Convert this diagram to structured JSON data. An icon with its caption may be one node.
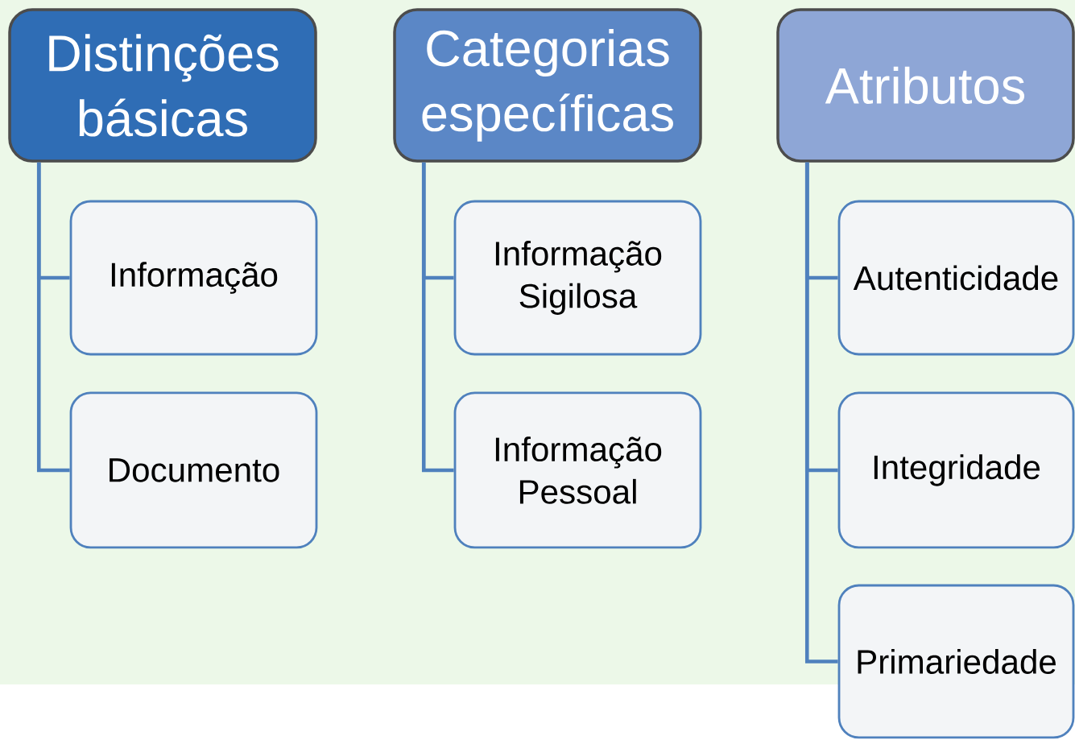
{
  "diagram": {
    "nodes": [
      {
        "text": [
          "Distinções básicas"
        ]
      },
      {
        "text": [
          "Informação"
        ]
      },
      {
        "text": [
          "Documento"
        ]
      },
      {
        "text": [
          "Categorias específicas"
        ]
      },
      {
        "text": [
          "Informação Sigilosa"
        ]
      },
      {
        "text": [
          "Informação Pessoal"
        ]
      },
      {
        "text": [
          "Atributos"
        ]
      },
      {
        "text": [
          "Autenticidade"
        ]
      },
      {
        "text": [
          "Integridade"
        ]
      },
      {
        "text": [
          "Primariedade"
        ]
      }
    ],
    "edges": [
      {
        "from": 0,
        "to": 1,
        "arrow": "none"
      },
      {
        "from": 0,
        "to": 2,
        "arrow": "none"
      },
      {
        "from": 3,
        "to": 4,
        "arrow": "none"
      },
      {
        "from": 3,
        "to": 5,
        "arrow": "none"
      },
      {
        "from": 6,
        "to": 7,
        "arrow": "none"
      },
      {
        "from": 6,
        "to": 8,
        "arrow": "none"
      },
      {
        "from": 6,
        "to": 9,
        "arrow": "none"
      }
    ]
  }
}
